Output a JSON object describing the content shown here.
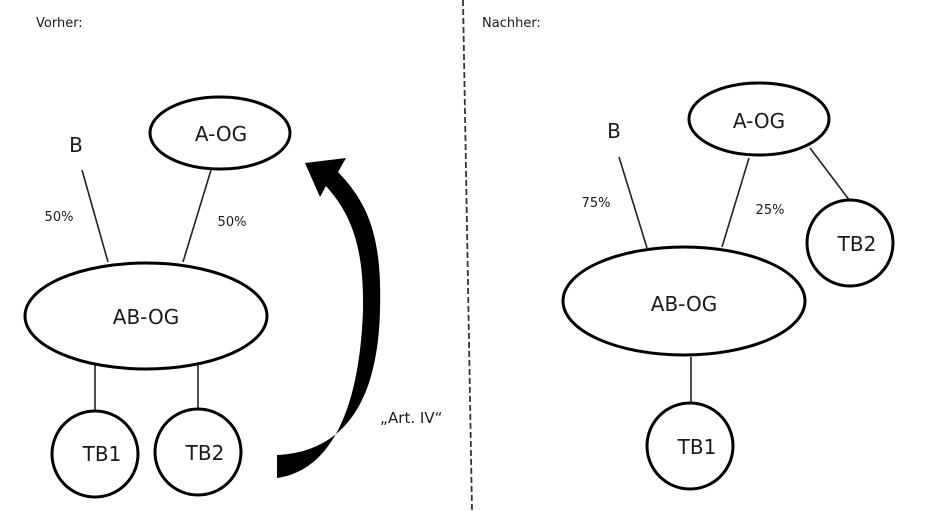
{
  "before": {
    "heading": "Vorher:",
    "nodes": {
      "b": "B",
      "a_og": "A-OG",
      "ab_og": "AB-OG",
      "tb1": "TB1",
      "tb2": "TB2"
    },
    "edges": {
      "b_to_ab": "50%",
      "a_to_ab": "50%"
    }
  },
  "transfer": {
    "label": "„Art. IV“",
    "arrow": "curved-arrow-up"
  },
  "after": {
    "heading": "Nachher:",
    "nodes": {
      "b": "B",
      "a_og": "A-OG",
      "ab_og": "AB-OG",
      "tb1": "TB1",
      "tb2": "TB2"
    },
    "edges": {
      "b_to_ab": "75%",
      "a_to_ab": "25%"
    }
  }
}
